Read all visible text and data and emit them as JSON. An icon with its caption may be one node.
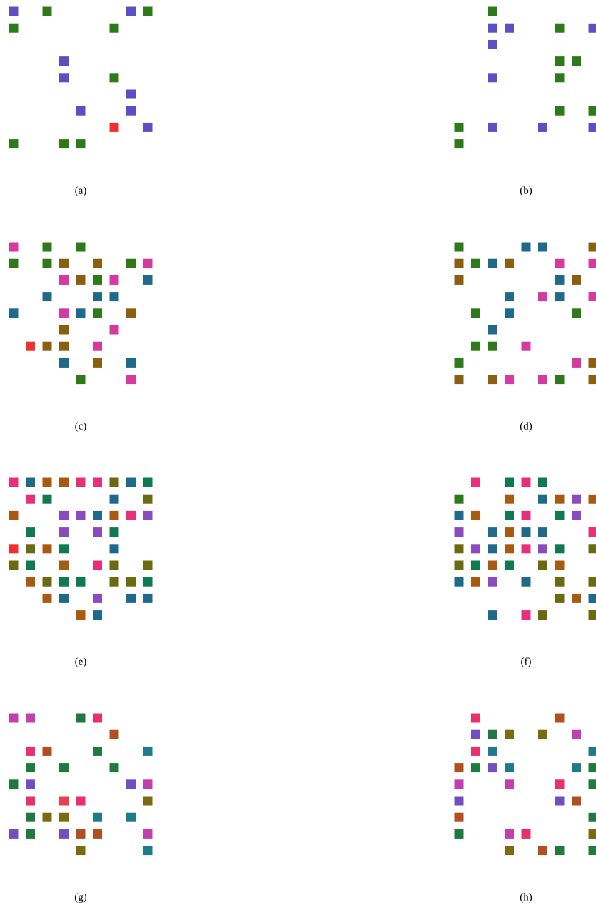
{
  "diagram": {
    "labels": [
      "(a)",
      "(b)",
      "(c)",
      "(d)",
      "(e)",
      "(f)",
      "(g)",
      "(h)"
    ]
  }
}
